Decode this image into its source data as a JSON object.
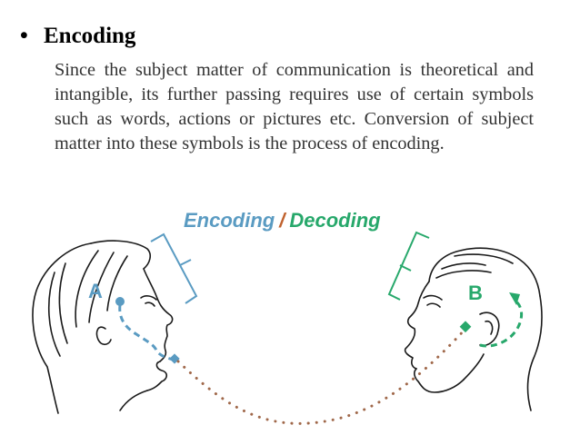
{
  "slide": {
    "bullet": "•",
    "heading": "Encoding",
    "paragraph": "Since the subject matter of communication is theoretical and intangible, its further passing requires use of certain symbols such as words, actions or pictures etc. Conversion of subject matter into these symbols is the process of encoding."
  },
  "diagram": {
    "title_left": "Encoding",
    "title_sep": "/",
    "title_right": "Decoding",
    "label_sender": "A",
    "label_receiver": "B",
    "colors": {
      "encoding": "#5a9bc2",
      "separator": "#c0622e",
      "decoding": "#27a86b",
      "message_path": "#a0684a",
      "outline": "#1a1a1a"
    }
  }
}
